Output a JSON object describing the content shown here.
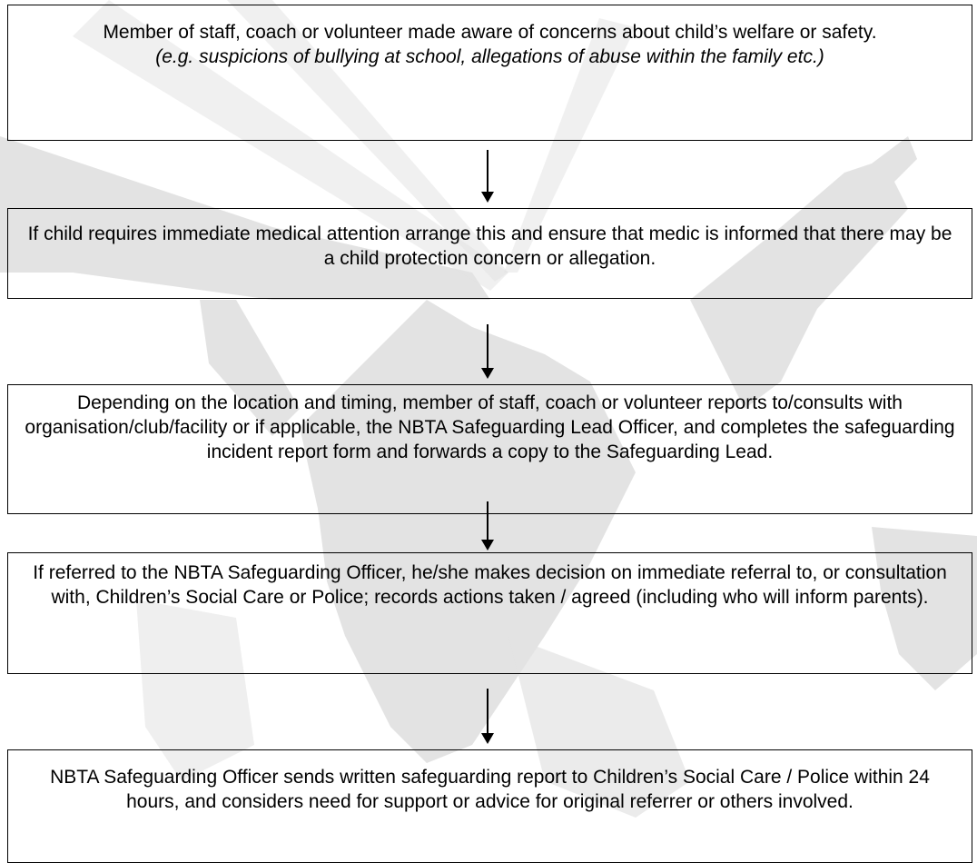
{
  "steps": [
    {
      "text": "Member of staff, coach or volunteer made aware of concerns about child’s welfare or safety.",
      "note": "(e.g. suspicions of bullying at school, allegations of abuse within the family etc.)"
    },
    {
      "text": "If child requires immediate medical attention arrange this and ensure that medic is informed that there may be a child protection concern or allegation."
    },
    {
      "text": "Depending on the location and timing, member of staff, coach or volunteer reports to/consults with organisation/club/facility or if applicable, the NBTA Safeguarding Lead Officer, and completes the safeguarding incident report form and forwards a copy to the Safeguarding Lead."
    },
    {
      "text": "If referred to the NBTA Safeguarding Officer, he/she makes decision on immediate referral to, or consultation with, Children’s Social Care or Police; records actions taken / agreed (including who will inform parents)."
    },
    {
      "text": "NBTA Safeguarding Officer sends written safeguarding report to Children’s Social Care / Police within 24 hours, and considers need for support or advice for original referrer or others involved."
    }
  ],
  "colors": {
    "border": "#000000",
    "text": "#000000",
    "watermark": "#d9d9d9"
  }
}
